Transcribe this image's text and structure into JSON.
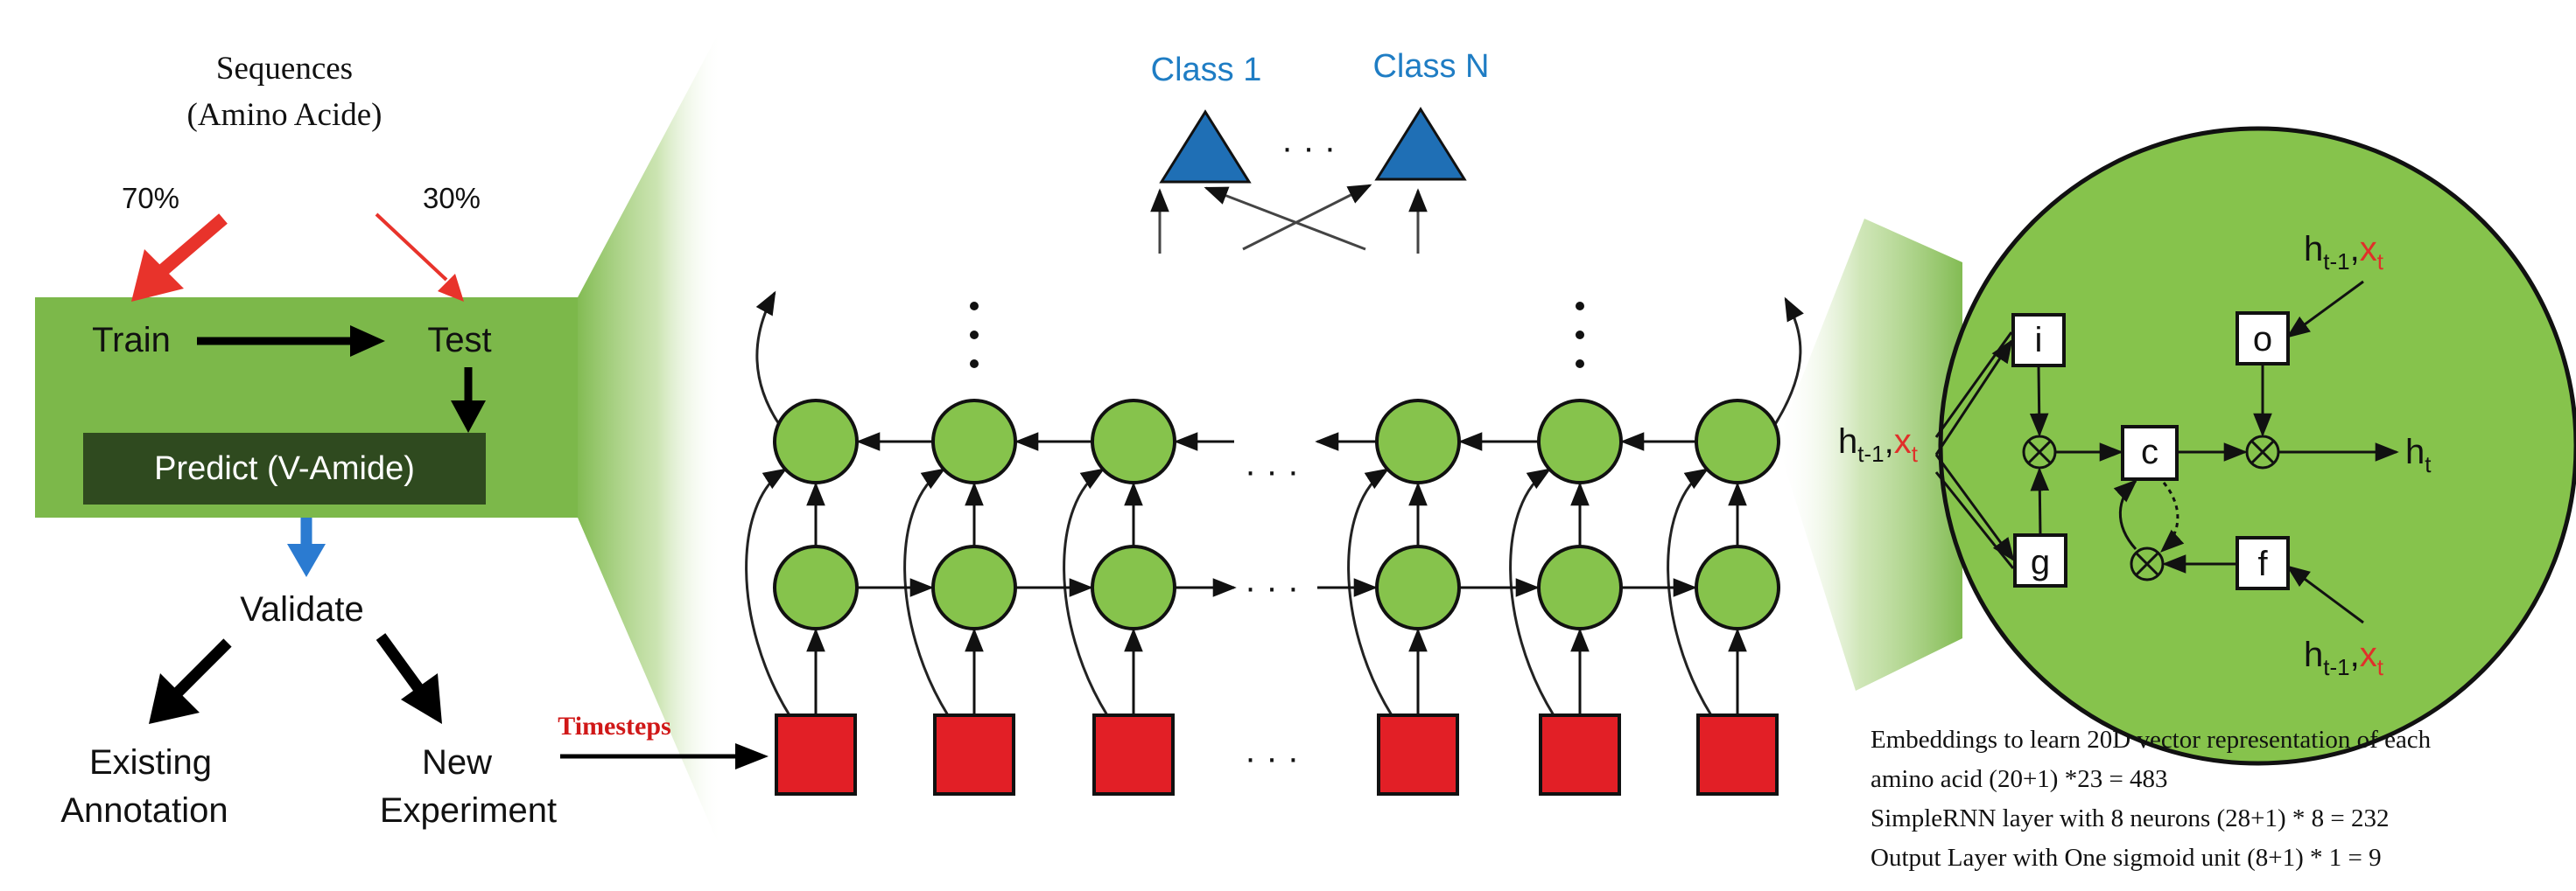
{
  "workflow": {
    "heading_line1": "Sequences",
    "heading_line2": "(Amino Acide)",
    "split_train": "70%",
    "split_test": "30%",
    "train": "Train",
    "test": "Test",
    "predict": "Predict (V-Amide)",
    "validate": "Validate",
    "existing_line1": "Existing",
    "existing_line2": "Annotation",
    "new_line1": "New",
    "new_line2": "Experiment"
  },
  "network": {
    "class_first": "Class 1",
    "class_last": "Class N",
    "ellipsis": "· · ·",
    "timesteps_label": "Timesteps"
  },
  "lstm_cell": {
    "gate_i": "i",
    "gate_o": "o",
    "gate_c": "c",
    "gate_g": "g",
    "gate_f": "f",
    "input_h": "h",
    "input_sub": "t-1",
    "input_x": "x",
    "input_x_sub": "t",
    "output_h": "h",
    "output_sub": "t"
  },
  "parameters": [
    "Embeddings to learn 20D vector representation of each",
    "amino acid (20+1) *23 = 483",
    "SimpleRNN layer with 8 neurons (28+1) * 8 = 232",
    "Output Layer with One sigmoid unit (8+1) * 1 = 9"
  ],
  "colors": {
    "band_green": "#7cb84a",
    "node_green": "#86c34c",
    "predict_box": "#2f4a1f",
    "class_blue": "#1f6fb5",
    "timestep_red": "#e21f26",
    "arrow_red": "#e8332b",
    "arrow_blue": "#2b7bd1",
    "ct_red": "#e02020",
    "x_red": "#e0302a"
  }
}
